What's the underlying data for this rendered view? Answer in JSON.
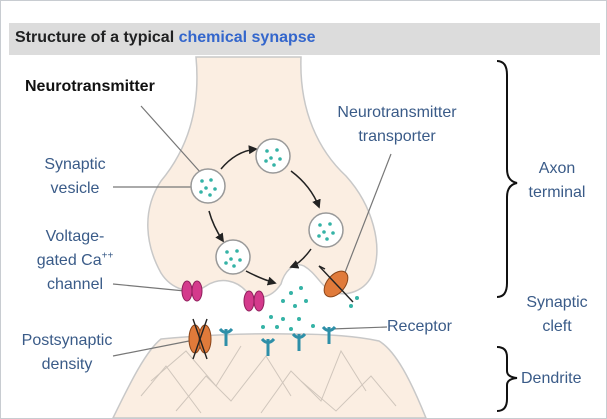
{
  "header": {
    "title_prefix": "Structure of a typical ",
    "title_link": "chemical synapse"
  },
  "labels": {
    "neurotransmitter": "Neurotransmitter",
    "synaptic_vesicle_1": "Synaptic",
    "synaptic_vesicle_2": "vesicle",
    "voltage_1": "Voltage-",
    "voltage_2a": "gated Ca",
    "voltage_2b": "++",
    "voltage_3": "channel",
    "postsynaptic_1": "Postsynaptic",
    "postsynaptic_2": "density",
    "transporter_1": "Neurotransmitter",
    "transporter_2": "transporter",
    "receptor": "Receptor",
    "axon_1": "Axon",
    "axon_2": "terminal",
    "cleft_1": "Synaptic",
    "cleft_2": "cleft",
    "dendrite": "Dendrite"
  },
  "colors": {
    "header_bg": "#dcdcdc",
    "link": "#3366cc",
    "label": "#3a5b88",
    "cell_fill": "#fbeee2",
    "vesicle_dot": "#35b3a6",
    "ca_channel": "#d43a8c",
    "transporter": "#e07a3a",
    "receptor": "#2e8fa8"
  }
}
